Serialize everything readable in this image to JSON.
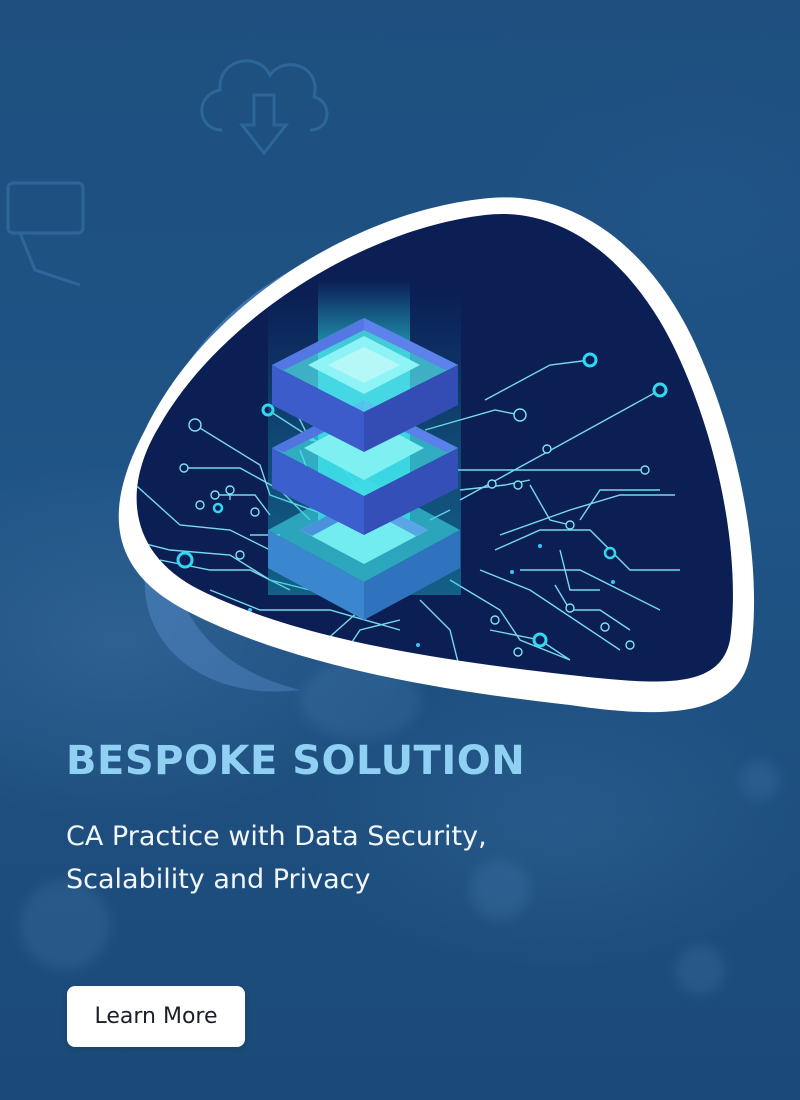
{
  "banner": {
    "headline": "BESPOKE SOLUTION",
    "subline_1": "CA Practice with Data Security,",
    "subline_2": "Scalability and Privacy",
    "cta_label": "Learn More"
  },
  "visual": {
    "description": "Isometric stacked server blocks with circuit-board traces inside a white-rimmed blob frame",
    "icons": [
      "cloud-download-icon",
      "server-stack-icon",
      "circuit-board-icon",
      "device-icon"
    ]
  },
  "colors": {
    "background": "#1e4f7f",
    "headline": "#8fd0f3",
    "subline": "#f2f6fb",
    "cta_background": "#ffffff",
    "cta_text": "#1b1f2a",
    "frame_border": "#ffffff",
    "frame_inner": "#0b1f55",
    "circuit": "#7fe3f2",
    "block_top": "#4f7de0",
    "block_glow": "#33e0e8"
  }
}
